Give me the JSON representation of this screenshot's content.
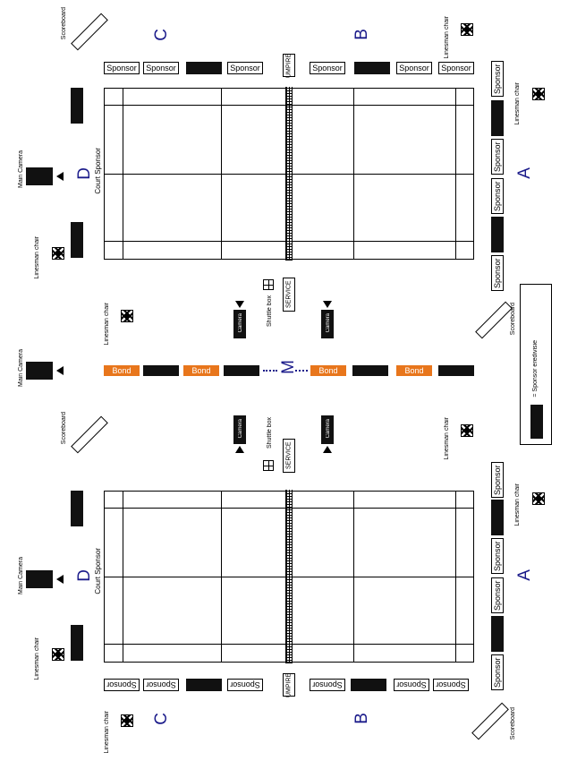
{
  "labels": {
    "sponsor": "Sponsor",
    "umpire": "UMPIRE",
    "service": "SERVICE",
    "shuttle_box": "Shuttle box",
    "camera": "Camera",
    "main_camera": "Main Camera",
    "scoreboard": "Scoreboard",
    "linesman_chair": "Linesman chair",
    "court_sponsor": "Court Sponsor",
    "bond": "Bond",
    "m": "M",
    "legend_text": "= Sponsor eredivisie"
  },
  "positions": {
    "a": "A",
    "b": "B",
    "c": "C",
    "d": "D"
  },
  "colors": {
    "bond": "#e8761c",
    "letters": "#1a1a8a",
    "black_board": "#111111"
  }
}
